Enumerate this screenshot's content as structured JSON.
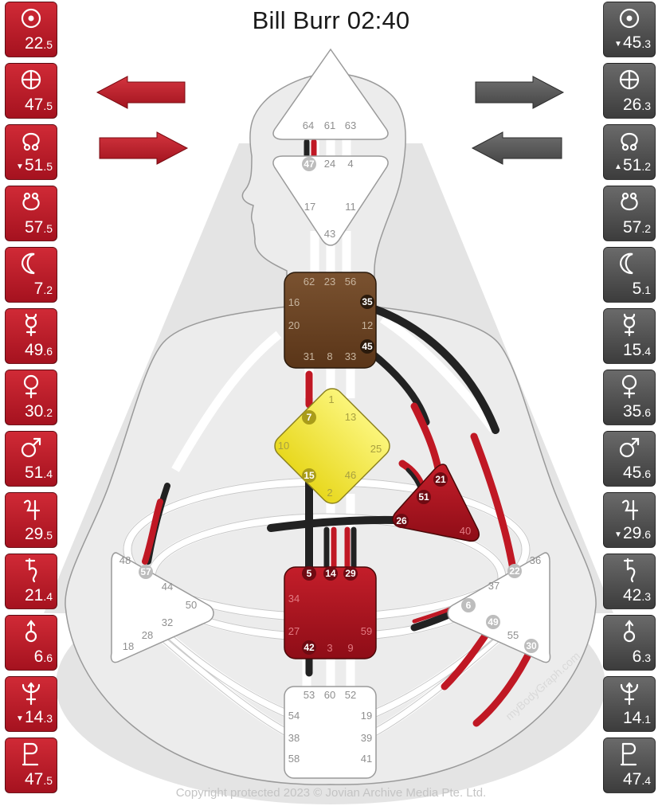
{
  "title": "Bill Burr 02:40",
  "copyright": "Copyright protected 2023 © Jovian Archive Media Pte. Ltd.",
  "watermark": "myBodyGraph.com",
  "colors": {
    "design": "#c01824",
    "personality": "#222222",
    "defined_brown": "#6b4322",
    "defined_yellow": "#f2e640",
    "defined_red": "#b0121d"
  },
  "design_planets": [
    {
      "symbol": "sun-icon",
      "main": "22",
      "sub": ".5",
      "arrow": ""
    },
    {
      "symbol": "earth-icon",
      "main": "47",
      "sub": ".5",
      "arrow": ""
    },
    {
      "symbol": "north-node-icon",
      "main": "51",
      "sub": ".5",
      "arrow": "▼"
    },
    {
      "symbol": "south-node-icon",
      "main": "57",
      "sub": ".5",
      "arrow": ""
    },
    {
      "symbol": "moon-icon",
      "main": "7",
      "sub": ".2",
      "arrow": ""
    },
    {
      "symbol": "mercury-icon",
      "main": "49",
      "sub": ".6",
      "arrow": ""
    },
    {
      "symbol": "venus-icon",
      "main": "30",
      "sub": ".2",
      "arrow": ""
    },
    {
      "symbol": "mars-icon",
      "main": "51",
      "sub": ".4",
      "arrow": ""
    },
    {
      "symbol": "jupiter-icon",
      "main": "29",
      "sub": ".5",
      "arrow": ""
    },
    {
      "symbol": "saturn-icon",
      "main": "21",
      "sub": ".4",
      "arrow": ""
    },
    {
      "symbol": "uranus-icon",
      "main": "6",
      "sub": ".6",
      "arrow": ""
    },
    {
      "symbol": "neptune-icon",
      "main": "14",
      "sub": ".3",
      "arrow": "▼"
    },
    {
      "symbol": "pluto-icon",
      "main": "47",
      "sub": ".5",
      "arrow": ""
    }
  ],
  "personality_planets": [
    {
      "symbol": "sun-icon",
      "main": "45",
      "sub": ".3",
      "arrow": "▼"
    },
    {
      "symbol": "earth-icon",
      "main": "26",
      "sub": ".3",
      "arrow": ""
    },
    {
      "symbol": "north-node-icon",
      "main": "51",
      "sub": ".2",
      "arrow": "▲"
    },
    {
      "symbol": "south-node-icon",
      "main": "57",
      "sub": ".2",
      "arrow": ""
    },
    {
      "symbol": "moon-icon",
      "main": "5",
      "sub": ".1",
      "arrow": ""
    },
    {
      "symbol": "mercury-icon",
      "main": "15",
      "sub": ".4",
      "arrow": ""
    },
    {
      "symbol": "venus-icon",
      "main": "35",
      "sub": ".6",
      "arrow": ""
    },
    {
      "symbol": "mars-icon",
      "main": "45",
      "sub": ".6",
      "arrow": ""
    },
    {
      "symbol": "jupiter-icon",
      "main": "29",
      "sub": ".6",
      "arrow": "▼"
    },
    {
      "symbol": "saturn-icon",
      "main": "42",
      "sub": ".3",
      "arrow": ""
    },
    {
      "symbol": "uranus-icon",
      "main": "6",
      "sub": ".3",
      "arrow": ""
    },
    {
      "symbol": "neptune-icon",
      "main": "14",
      "sub": ".1",
      "arrow": ""
    },
    {
      "symbol": "pluto-icon",
      "main": "47",
      "sub": ".4",
      "arrow": ""
    }
  ],
  "gates": {
    "head": [
      "64",
      "61",
      "63"
    ],
    "ajna": [
      "47",
      "24",
      "4",
      "17",
      "11",
      "43"
    ],
    "throat": [
      "62",
      "23",
      "56",
      "16",
      "35",
      "20",
      "12",
      "45",
      "31",
      "8",
      "33"
    ],
    "g": [
      "1",
      "7",
      "13",
      "10",
      "25",
      "15",
      "46",
      "2"
    ],
    "heart": [
      "21",
      "51",
      "26",
      "40"
    ],
    "spleen": [
      "48",
      "57",
      "44",
      "50",
      "32",
      "28",
      "18"
    ],
    "sacral": [
      "5",
      "14",
      "29",
      "34",
      "27",
      "59",
      "42",
      "3",
      "9"
    ],
    "solar": [
      "36",
      "22",
      "37",
      "6",
      "49",
      "55",
      "30"
    ],
    "root": [
      "53",
      "60",
      "52",
      "54",
      "19",
      "38",
      "39",
      "58",
      "41"
    ]
  }
}
